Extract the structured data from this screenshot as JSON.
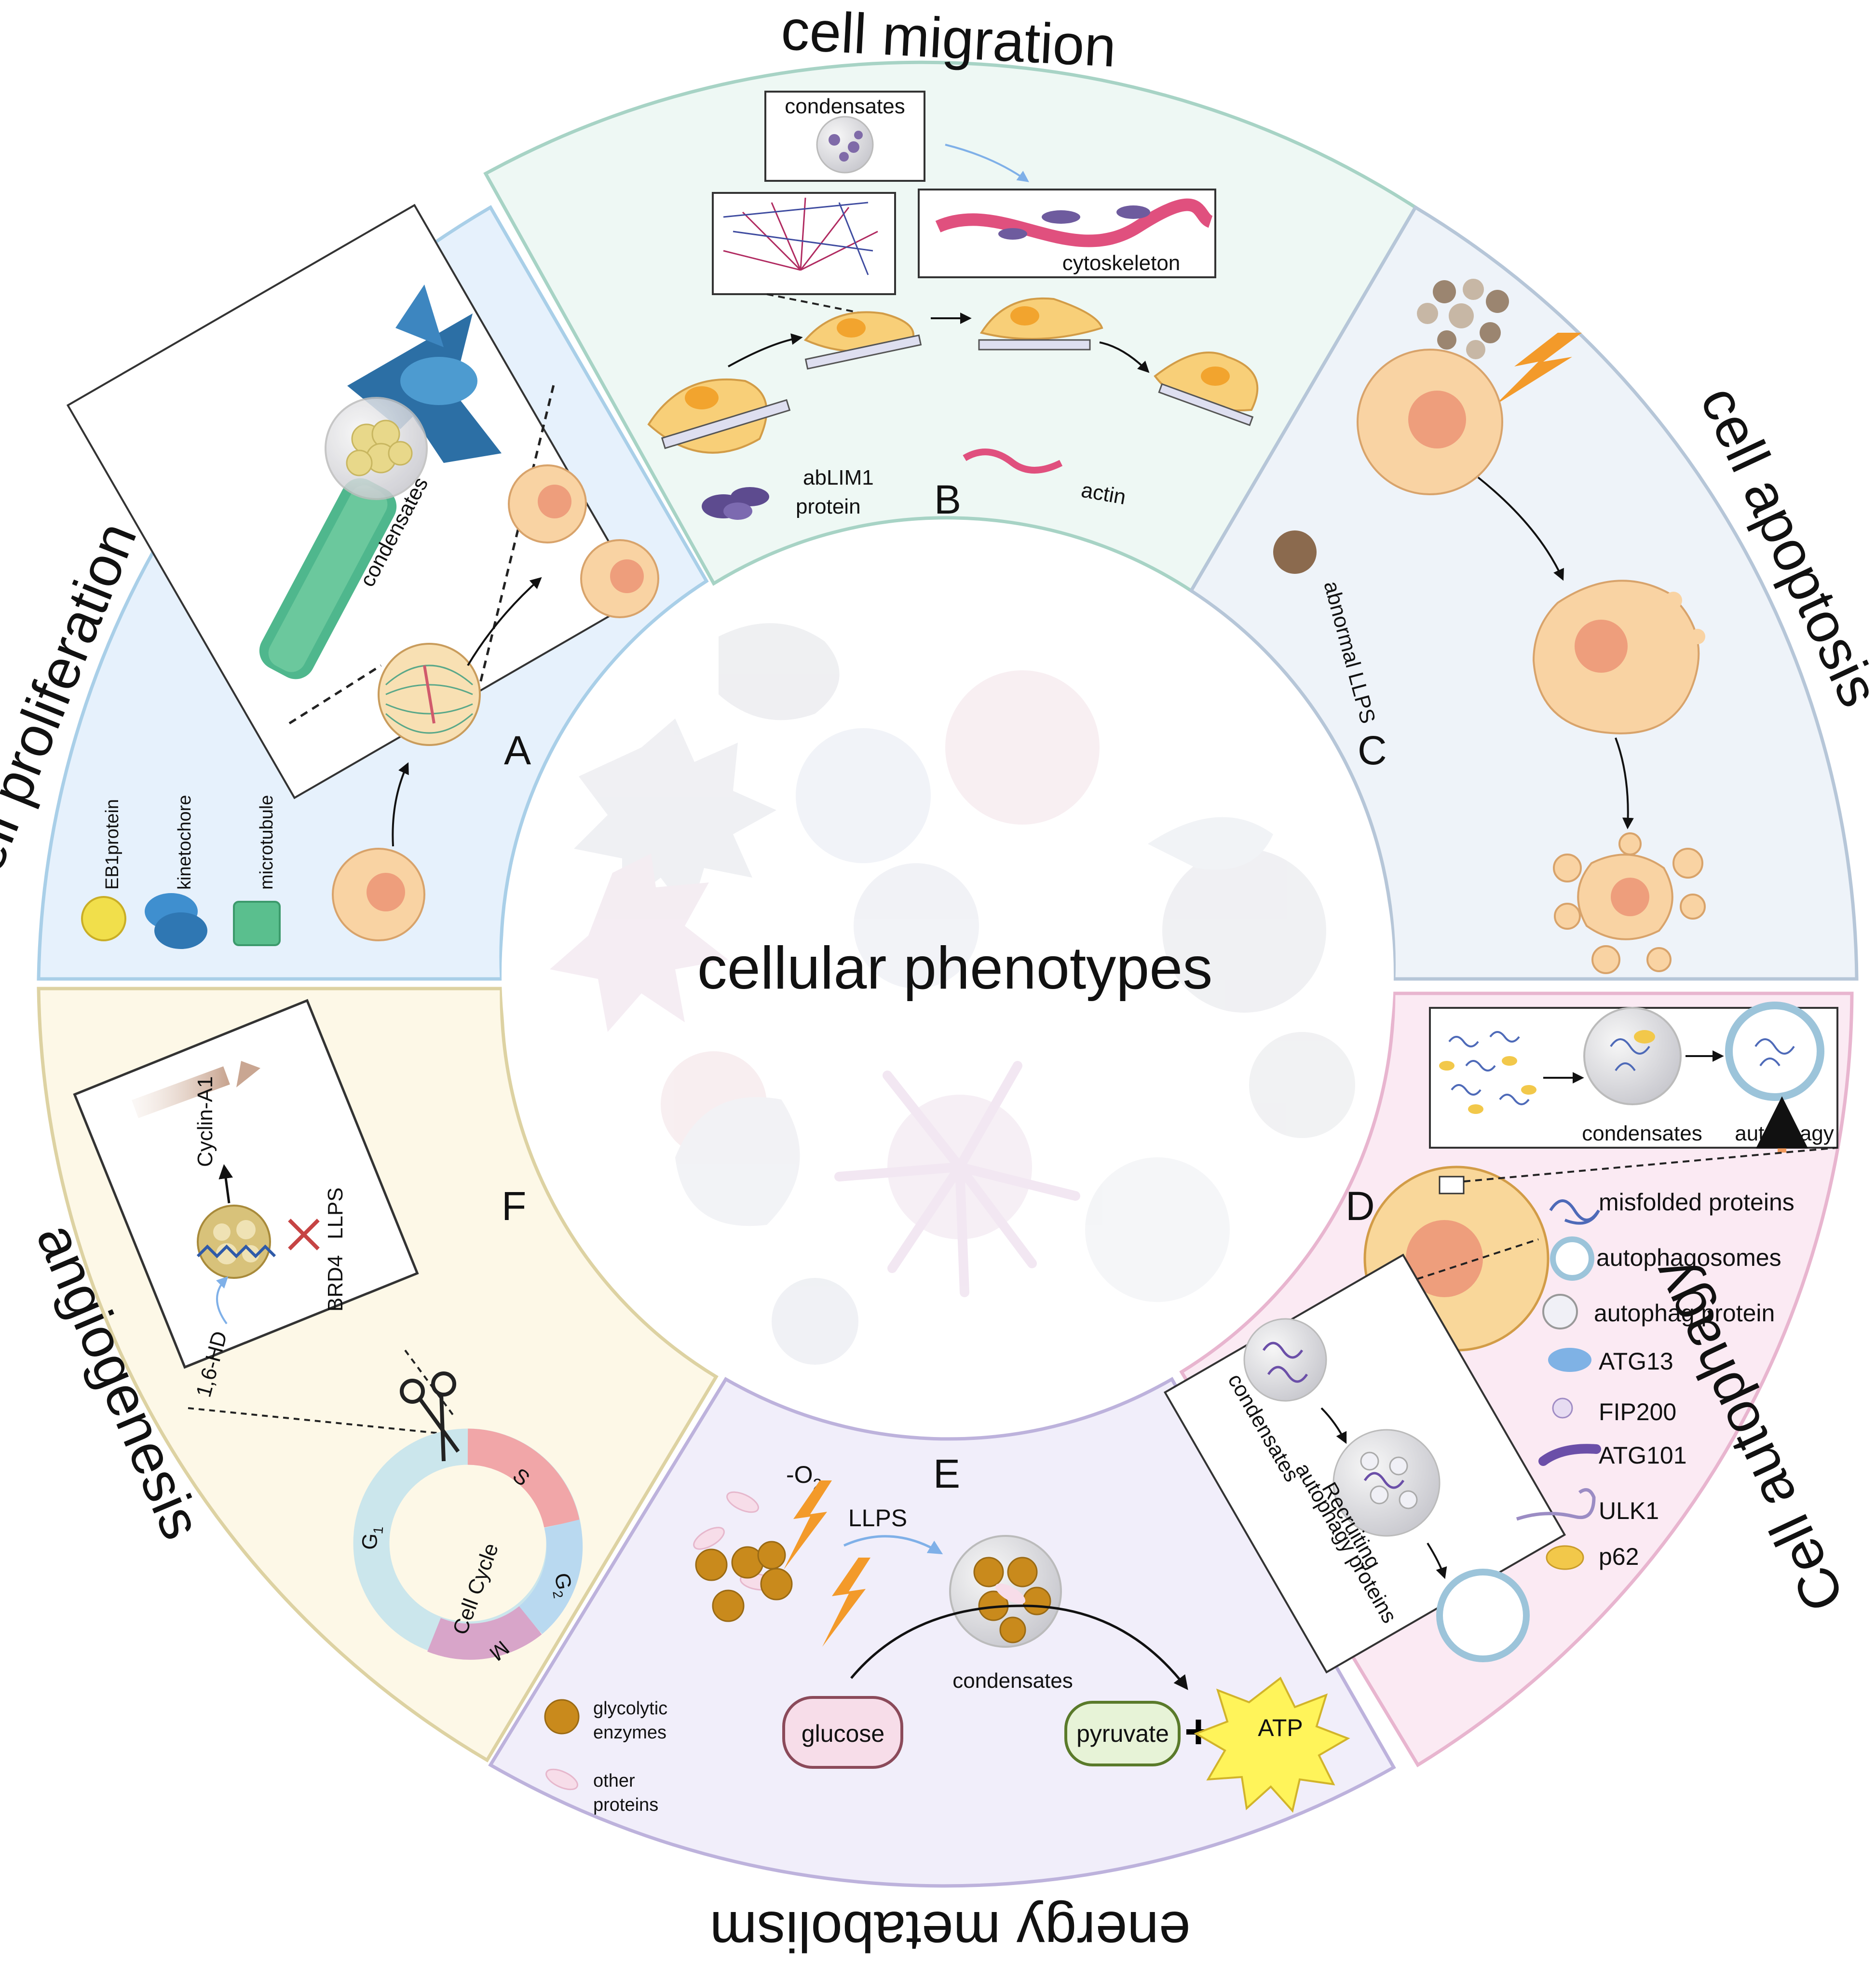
{
  "center": {
    "title": "cellular phenotypes"
  },
  "colors": {
    "proliferation": "#e6f1fc",
    "proliferation_border": "#a9cfe8",
    "migration": "#eef8f4",
    "migration_border": "#a7d3c5",
    "apoptosis": "#eef3f9",
    "apoptosis_border": "#b6c6d8",
    "autophagy": "#fbeaf3",
    "autophagy_border": "#e8b5cf",
    "metabolism": "#f1eefa",
    "metabolism_border": "#bdb2dc",
    "angiogenesis": "#fdf8e7",
    "angiogenesis_border": "#ddd2a2",
    "cell_orange": "#f7c98c",
    "nucleus": "#f0a97a",
    "enzyme": "#c98a1c"
  },
  "sections": {
    "proliferation": {
      "title": "Cell proliferation",
      "letter": "A",
      "inset_label": "condensates",
      "legend": [
        {
          "label": "EB1protein",
          "icon": "yellow-sphere-icon"
        },
        {
          "label": "kinetochore",
          "icon": "kinetochore-icon"
        },
        {
          "label": "microtubule",
          "icon": "microtubule-icon"
        }
      ]
    },
    "migration": {
      "title": "cell migration",
      "letter": "B",
      "condensates_label": "condensates",
      "cytoskeleton_label": "cytoskeleton",
      "legend": [
        {
          "label_1": "abLIM1",
          "label_2": "protein",
          "icon": "ablim1-icon"
        },
        {
          "label": "actin",
          "icon": "actin-icon"
        }
      ]
    },
    "apoptosis": {
      "title": "cell apoptosis",
      "letter": "C",
      "legend_label": "abnormal LLPS"
    },
    "autophagy": {
      "title": "Cell autophagy",
      "letter": "D",
      "top_labels": [
        "condensates",
        "autophagy"
      ],
      "inset_label_1": "condensates",
      "inset_label_2": "Recruiting",
      "inset_label_3": "autophagy proteins",
      "legend": [
        {
          "label": "misfolded proteins",
          "icon": "misfolded-protein-icon"
        },
        {
          "label": "autophagosomes",
          "icon": "autophagosome-icon"
        },
        {
          "label": "autophag  protein",
          "icon": "autophag-protein-icon"
        },
        {
          "label": "ATG13",
          "icon": "atg13-icon"
        },
        {
          "label": "FIP200",
          "icon": "fip200-icon"
        },
        {
          "label": "ATG101",
          "icon": "atg101-icon"
        },
        {
          "label": "ULK1",
          "icon": "ulk1-icon"
        },
        {
          "label": "p62",
          "icon": "p62-icon"
        }
      ]
    },
    "metabolism": {
      "title": "energy metabolism",
      "letter": "E",
      "o2": "-O",
      "o2_sub": "2",
      "llps": "LLPS",
      "condensates": "condensates",
      "glucose": "glucose",
      "pyruvate": "pyruvate",
      "plus": "+",
      "atp": "ATP",
      "legend": [
        {
          "label_1": "glycolytic",
          "label_2": "enzymes",
          "icon": "enzyme-icon"
        },
        {
          "label_1": "other",
          "label_2": "proteins",
          "icon": "other-protein-icon"
        }
      ]
    },
    "angiogenesis": {
      "title": "angiogenesis",
      "letter": "F",
      "cyclin": "Cyclin-A1",
      "brd4": "BRD4",
      "llps": "LLPS",
      "hd": "1,6-HD",
      "cell_cycle": "Cell Cycle",
      "phases": [
        {
          "label": "S"
        },
        {
          "label": "G",
          "sub": "2"
        },
        {
          "label": "M"
        },
        {
          "label": "G",
          "sub": "1"
        }
      ]
    }
  }
}
